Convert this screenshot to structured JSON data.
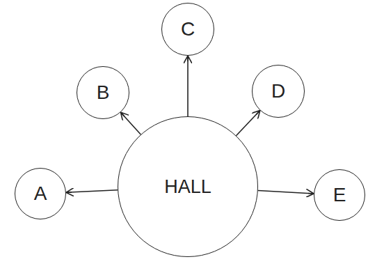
{
  "diagram": {
    "nodes": [
      {
        "text": [
          "C"
        ]
      },
      {
        "text": [
          "B"
        ]
      },
      {
        "text": [
          "D"
        ]
      },
      {
        "text": [
          "A"
        ]
      },
      {
        "text": [
          "HALL"
        ]
      },
      {
        "text": [
          "E"
        ]
      }
    ],
    "edges": [
      {
        "from": 4,
        "to": 3,
        "arrow": "to"
      },
      {
        "from": 4,
        "to": 1,
        "arrow": "to"
      },
      {
        "from": 4,
        "to": 0,
        "arrow": "to"
      },
      {
        "from": 4,
        "to": 2,
        "arrow": "to"
      },
      {
        "from": 4,
        "to": 5,
        "arrow": "to"
      }
    ]
  }
}
